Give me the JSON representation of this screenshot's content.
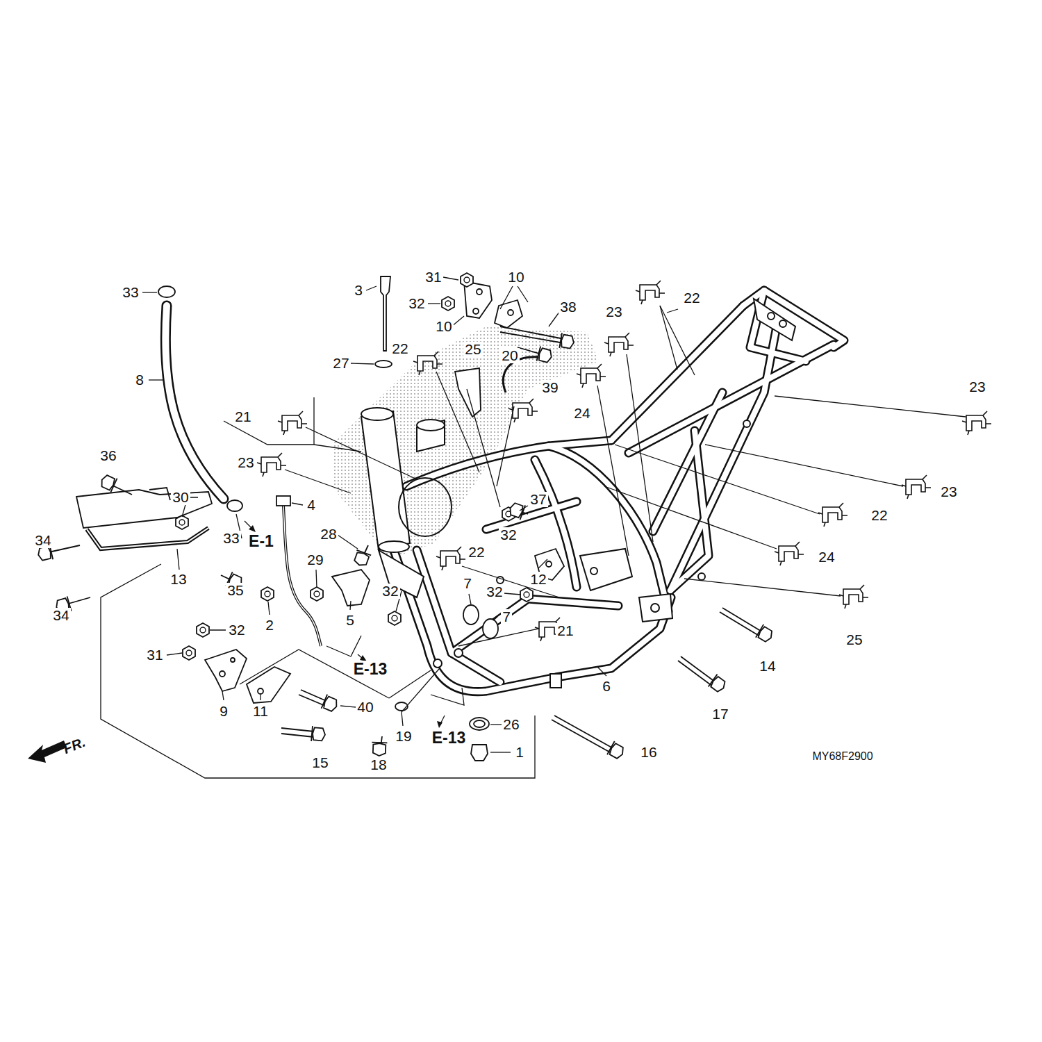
{
  "diagram": {
    "labels": [
      "33",
      "3",
      "31",
      "10",
      "32",
      "38",
      "22",
      "23",
      "10",
      "22",
      "25",
      "20",
      "27",
      "8",
      "39",
      "23",
      "24",
      "21",
      "36",
      "23",
      "30",
      "23",
      "37",
      "4",
      "22",
      "28",
      "32",
      "33",
      "E-1",
      "34",
      "22",
      "24",
      "29",
      "13",
      "12",
      "7",
      "35",
      "32",
      "32",
      "34",
      "7",
      "5",
      "2",
      "32",
      "21",
      "25",
      "31",
      "14",
      "E-13",
      "6",
      "9",
      "11",
      "40",
      "17",
      "26",
      "19",
      "E-13",
      "1",
      "16",
      "FR.",
      "15",
      "18",
      "MY68F2900"
    ]
  }
}
